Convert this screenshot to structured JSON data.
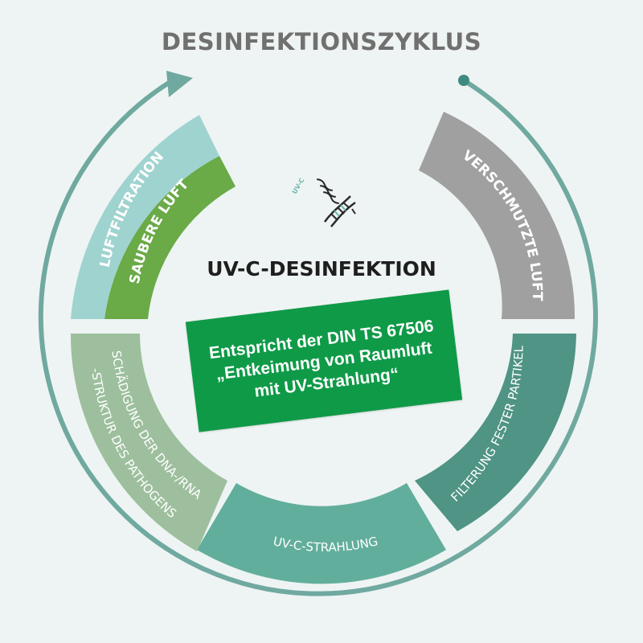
{
  "title": "DESINFEKTIONSZYKLUS",
  "center": {
    "title": "UV-C-DESINFEKTION",
    "icon": "dna-uv-icon",
    "icon_label": "UV-C"
  },
  "note": {
    "line1": "Entspricht der DIN TS 67506",
    "line2": "„Entkeimung von Raumluft",
    "line3": "mit UV-Strahlung“"
  },
  "segments": {
    "verschmutzte": "VERSCHMUTZTE LUFT",
    "filterung": "FILTERUNG FESTER PARTIKEL",
    "uvc": "UV-C-STRAHLUNG",
    "schaedigung_1": "SCHÄDIGUNG DER DNA-/RNA",
    "schaedigung_2": "-STRUKTUR DES PATHOGENS",
    "luftfiltration": "LUFTFILTRATION",
    "saubere": "SAUBERE LUFT"
  },
  "colors": {
    "background": "#eef4f3",
    "gray": "#a0a0a0",
    "dark_teal": "#4f9484",
    "teal": "#62ae9c",
    "sage": "#9dbf9d",
    "light_teal": "#9fd3cf",
    "green": "#6aaa47",
    "din_green": "#0f9a48"
  }
}
